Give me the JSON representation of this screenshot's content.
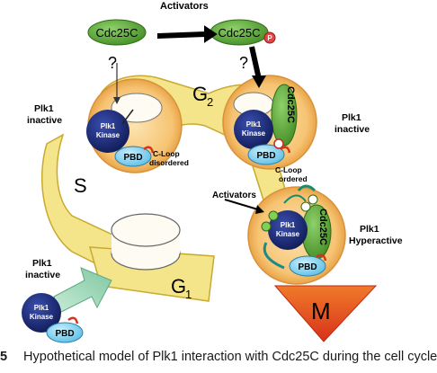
{
  "diagram": {
    "activators_top": "Activators",
    "cdc25c_top_left": "Cdc25C",
    "cdc25c_top_right": "Cdc25C",
    "phospho_mark": "P",
    "question_left": "?",
    "question_right": "?",
    "phase_g2": "G",
    "phase_g2_sub": "2",
    "phase_s": "S",
    "phase_g1": "G",
    "phase_g1_sub": "1",
    "phase_m": "M",
    "plk1_inactive_left_line1": "Plk1",
    "plk1_inactive_left_line2": "inactive",
    "plk1_inactive_right_line1": "Plk1",
    "plk1_inactive_right_line2": "inactive",
    "plk1_inactive_bottom_line1": "Plk1",
    "plk1_inactive_bottom_line2": "inactive",
    "plk1_hyperactive_line1": "Plk1",
    "plk1_hyperactive_line2": "Hyperactive",
    "plk1_kinase_line1": "Plk1",
    "plk1_kinase_line2": "Kinase",
    "pbd": "PBD",
    "cloop_disordered_line1": "C-Loop",
    "cloop_disordered_line2": "disordered",
    "cloop_ordered_line1": "C-Loop",
    "cloop_ordered_line2": "ordered",
    "activators_mid": "Activators",
    "cdc25c_vertical": "Cdc25C"
  },
  "caption": {
    "number": "5",
    "text": "Hypothetical model of Plk1 interaction with Cdc25C during the cell cycle"
  },
  "colors": {
    "band_yellow": "#f5e58a",
    "ring_orange": "#f2b35c",
    "cdc25c_green": "#5aa632",
    "kinase_navy": "#1c2a78",
    "pbd_cyan": "#7fd0ee",
    "m_arrow_red": "#e2451c",
    "entry_arrow": "#9fd6b8"
  }
}
